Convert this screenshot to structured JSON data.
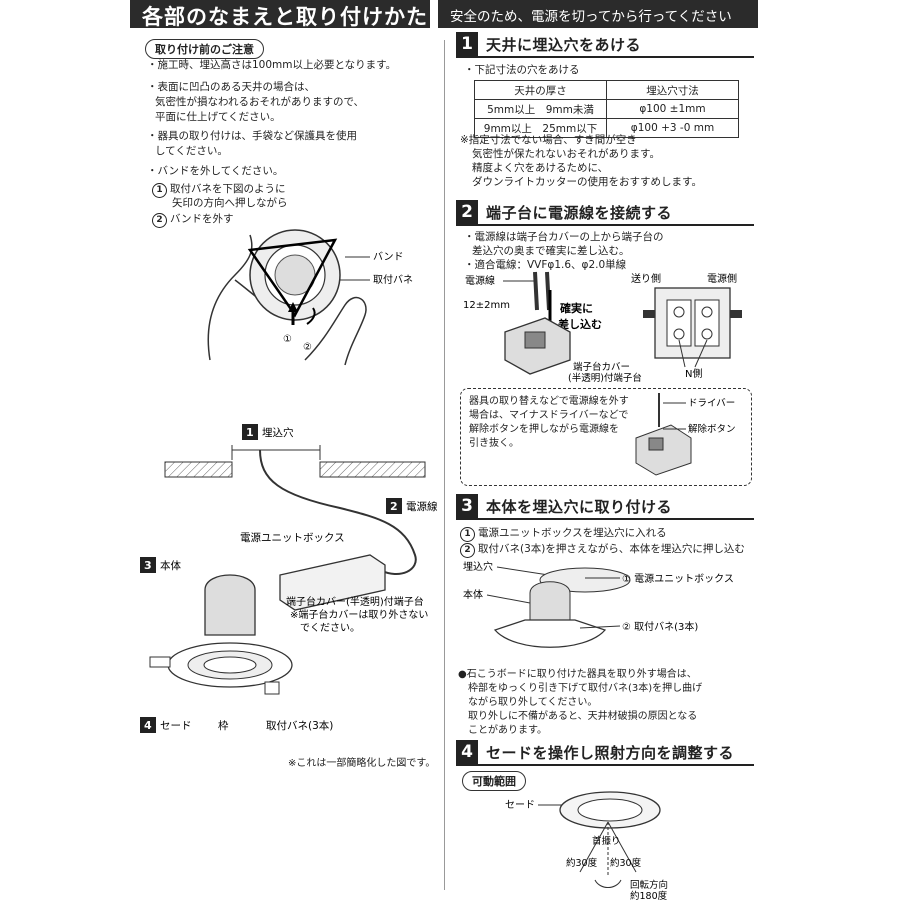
{
  "header": {
    "title": "各部のなまえと取り付けかた",
    "safety": "安全のため、電源を切ってから行ってください"
  },
  "precautions": {
    "label": "取り付け前のご注意",
    "items": [
      "・施工時、埋込高さは100mm以上必要となります。",
      "・表面に凹凸のある天井の場合は、",
      "気密性が損なわれるおそれがありますので、",
      "平面に仕上げてください。",
      "・器具の取り付けは、手袋など保護具を使用",
      "してください。",
      "・バンドを外してください。"
    ],
    "step1": "取付バネを下図のように",
    "step1b": "矢印の方向へ押しながら",
    "step2": "バンドを外す",
    "callout_band": "バンド",
    "callout_spring": "取付バネ"
  },
  "overview": {
    "label_hole": "埋込穴",
    "label_power": "電源線",
    "label_box": "電源ユニットボックス",
    "label_body": "本体",
    "label_terminal": "端子台カバー(半透明)付端子台",
    "label_terminal_note1": "※端子台カバーは取り外さない",
    "label_terminal_note2": "でください。",
    "label_shade": "セード",
    "label_frame": "枠",
    "label_springs": "取付バネ(3本)",
    "footnote": "※これは一部簡略化した図です。"
  },
  "section1": {
    "num": "1",
    "title": "天井に埋込穴をあける",
    "intro": "・下記寸法の穴をあける",
    "table_headers": [
      "天井の厚さ",
      "埋込穴寸法"
    ],
    "rows": [
      [
        "5mm以上　9mm未満",
        "φ100 ±1mm"
      ],
      [
        "9mm以上　25mm以下",
        "φ100 +3 -0 mm"
      ]
    ],
    "note1": "※指定寸法でない場合、すき間が空き",
    "note2": "気密性が保たれないおそれがあります。",
    "note3": "精度よく穴をあけるために、",
    "note4": "ダウンライトカッターの使用をおすすめします。"
  },
  "section2": {
    "num": "2",
    "title": "端子台に電源線を接続する",
    "b1": "・電源線は端子台カバーの上から端子台の",
    "b1b": "差込穴の奥まで確実に差し込む。",
    "b2": "・適合電線：VVFφ1.6、φ2.0単線",
    "lbl_wire": "電源線",
    "lbl_strip": "12±2mm",
    "lbl_insert1": "確実に",
    "lbl_insert2": "差し込む",
    "lbl_cover1": "端子台カバー",
    "lbl_cover2": "(半透明)付端子台",
    "lbl_out": "送り側",
    "lbl_in": "電源側",
    "lbl_n": "N側",
    "box1": "器具の取り替えなどで電源線を外す",
    "box2": "場合は、マイナスドライバーなどで",
    "box3": "解除ボタンを押しながら電源線を",
    "box4": "引き抜く。",
    "lbl_driver": "ドライバー",
    "lbl_release": "解除ボタン"
  },
  "section3": {
    "num": "3",
    "title": "本体を埋込穴に取り付ける",
    "s1": "電源ユニットボックスを埋込穴に入れる",
    "s2": "取付バネ(3本)を押さえながら、本体を埋込穴に押し込む",
    "lbl_hole": "埋込穴",
    "lbl_body": "本体",
    "lbl_box": "電源ユニットボックス",
    "lbl_springs": "取付バネ(3本)",
    "w1": "●石こうボードに取り付けた器具を取り外す場合は、",
    "w2": "枠部をゆっくり引き下げて取付バネ(3本)を押し曲げ",
    "w3": "ながら取り外してください。",
    "w4": "取り外しに不備があると、天井材破損の原因となる",
    "w5": "ことがあります。"
  },
  "section4": {
    "num": "4",
    "title": "セードを操作し照射方向を調整する",
    "range_label": "可動範囲",
    "lbl_shade": "セード",
    "lbl_tilt": "首振り",
    "lbl_l": "約30度",
    "lbl_r": "約30度",
    "lbl_rot1": "回転方向",
    "lbl_rot2": "約180度"
  },
  "markers": {
    "one": "①",
    "two": "②"
  }
}
